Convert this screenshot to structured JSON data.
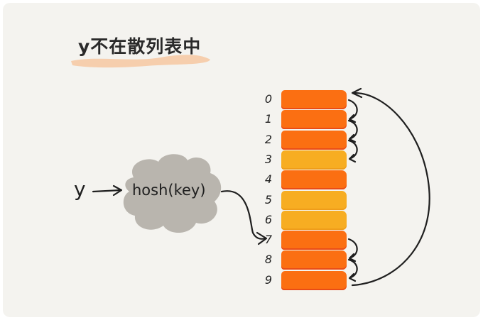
{
  "title": "y不在散列表中",
  "input_label": "y",
  "hash_label": "hosh(key)",
  "colors": {
    "background": "#f4f3ef",
    "occupied_slot": "#fb6f12",
    "empty_slot": "#f7ad22",
    "cloud": "#b9b5ae",
    "title_brush": "#f6caa5",
    "ink": "#1f1f1f"
  },
  "slots": [
    {
      "index": "0",
      "state": "occupied"
    },
    {
      "index": "1",
      "state": "occupied"
    },
    {
      "index": "2",
      "state": "occupied"
    },
    {
      "index": "3",
      "state": "empty"
    },
    {
      "index": "4",
      "state": "occupied"
    },
    {
      "index": "5",
      "state": "empty"
    },
    {
      "index": "6",
      "state": "empty"
    },
    {
      "index": "7",
      "state": "occupied"
    },
    {
      "index": "8",
      "state": "occupied"
    },
    {
      "index": "9",
      "state": "occupied"
    }
  ],
  "probe_sequence": [
    "7",
    "8",
    "9",
    "0",
    "1",
    "2",
    "3"
  ]
}
